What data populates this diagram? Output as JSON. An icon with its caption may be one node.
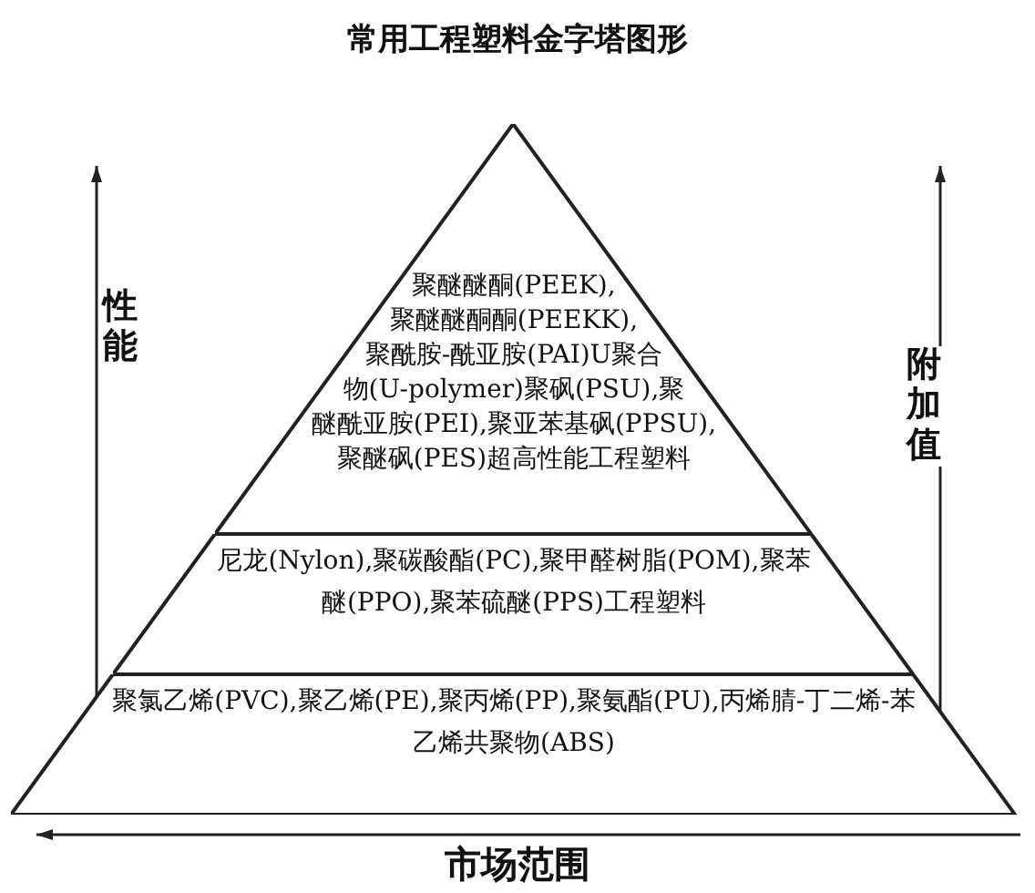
{
  "diagram": {
    "title": "常用工程塑料金字塔图形",
    "nodes": [
      {
        "text": [
          "聚醚醚酮(PEEK),聚醚醚酮酮(PEEKK),聚酰胺-酰亚胺(PAI)U聚合物(U-polymer)聚砜(PSU),聚醚酰亚胺(PEI),聚亚苯基砜(PPSU),聚醚砜(PES)",
          "超高性能工程塑料"
        ]
      },
      {
        "text": [
          "尼龙(Nylon),聚碳酸酯(PC),聚甲醛树脂(POM),聚苯醚(PPO),聚苯硫醚(PPS)",
          "工程塑料"
        ]
      },
      {
        "text": [
          "聚氯乙烯(PVC),聚乙烯(PE),聚丙烯(PP),聚氨酯(PU),丙烯腈-丁二烯-苯乙烯共聚物(ABS)"
        ]
      }
    ],
    "labels": [
      "性能",
      "附加值",
      "市场范围"
    ]
  }
}
